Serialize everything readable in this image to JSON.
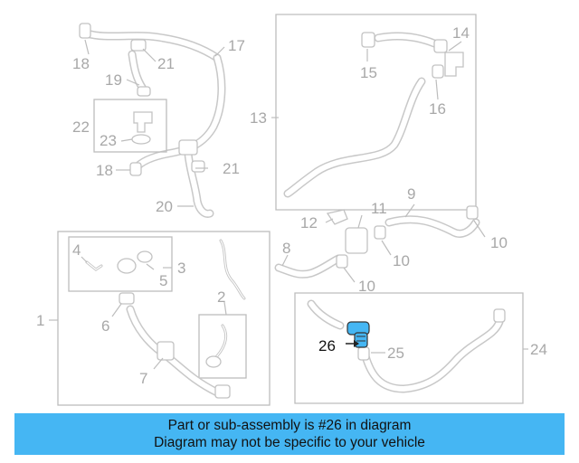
{
  "callouts": {
    "c1": "1",
    "c2": "2",
    "c3": "3",
    "c4": "4",
    "c5": "5",
    "c6": "6",
    "c7": "7",
    "c8": "8",
    "c9": "9",
    "c10a": "10",
    "c10b": "10",
    "c10c": "10",
    "c11": "11",
    "c12": "12",
    "c13": "13",
    "c14": "14",
    "c15": "15",
    "c16": "16",
    "c17": "17",
    "c18a": "18",
    "c18b": "18",
    "c19": "19",
    "c20": "20",
    "c21a": "21",
    "c21b": "21",
    "c22": "22",
    "c23": "23",
    "c24": "24",
    "c25": "25",
    "c26": "26"
  },
  "highlight": {
    "part_number": "26",
    "color": "#45b6f3"
  },
  "banner": {
    "line1": "Part or sub-assembly is #26 in diagram",
    "line2": "Diagram may not be specific to your vehicle",
    "background": "#45b6f3"
  }
}
